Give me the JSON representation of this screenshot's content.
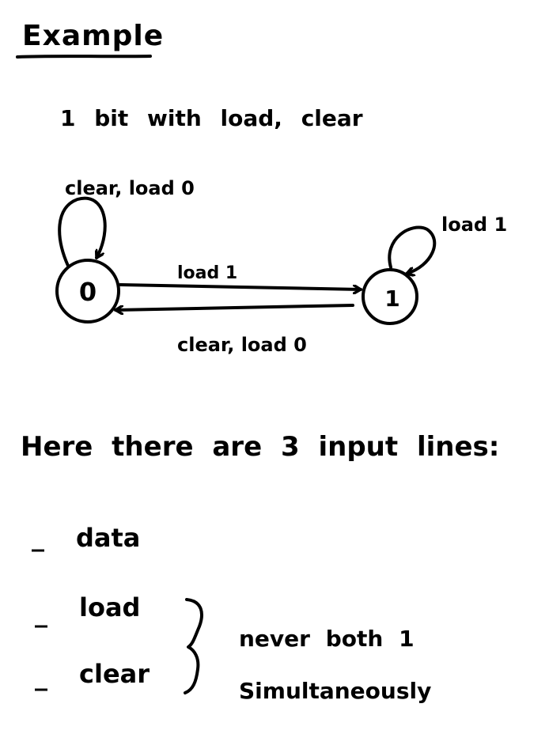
{
  "title": "Example",
  "subtitle": "1 bit with load, clear",
  "fsm": {
    "states": [
      {
        "label": "0"
      },
      {
        "label": "1"
      }
    ],
    "transitions": {
      "self_loop_0": "clear, load 0",
      "self_loop_1": "load 1",
      "edge_0_to_1": "load 1",
      "edge_1_to_0": "clear, load 0"
    }
  },
  "intro": "Here there are 3 input lines:",
  "inputs": [
    {
      "dash": "_",
      "label": "data"
    },
    {
      "dash": "_",
      "label": "load"
    },
    {
      "dash": "_",
      "label": "clear"
    }
  ],
  "constraint": {
    "line1": "never both 1",
    "line2": "Simultaneously"
  }
}
